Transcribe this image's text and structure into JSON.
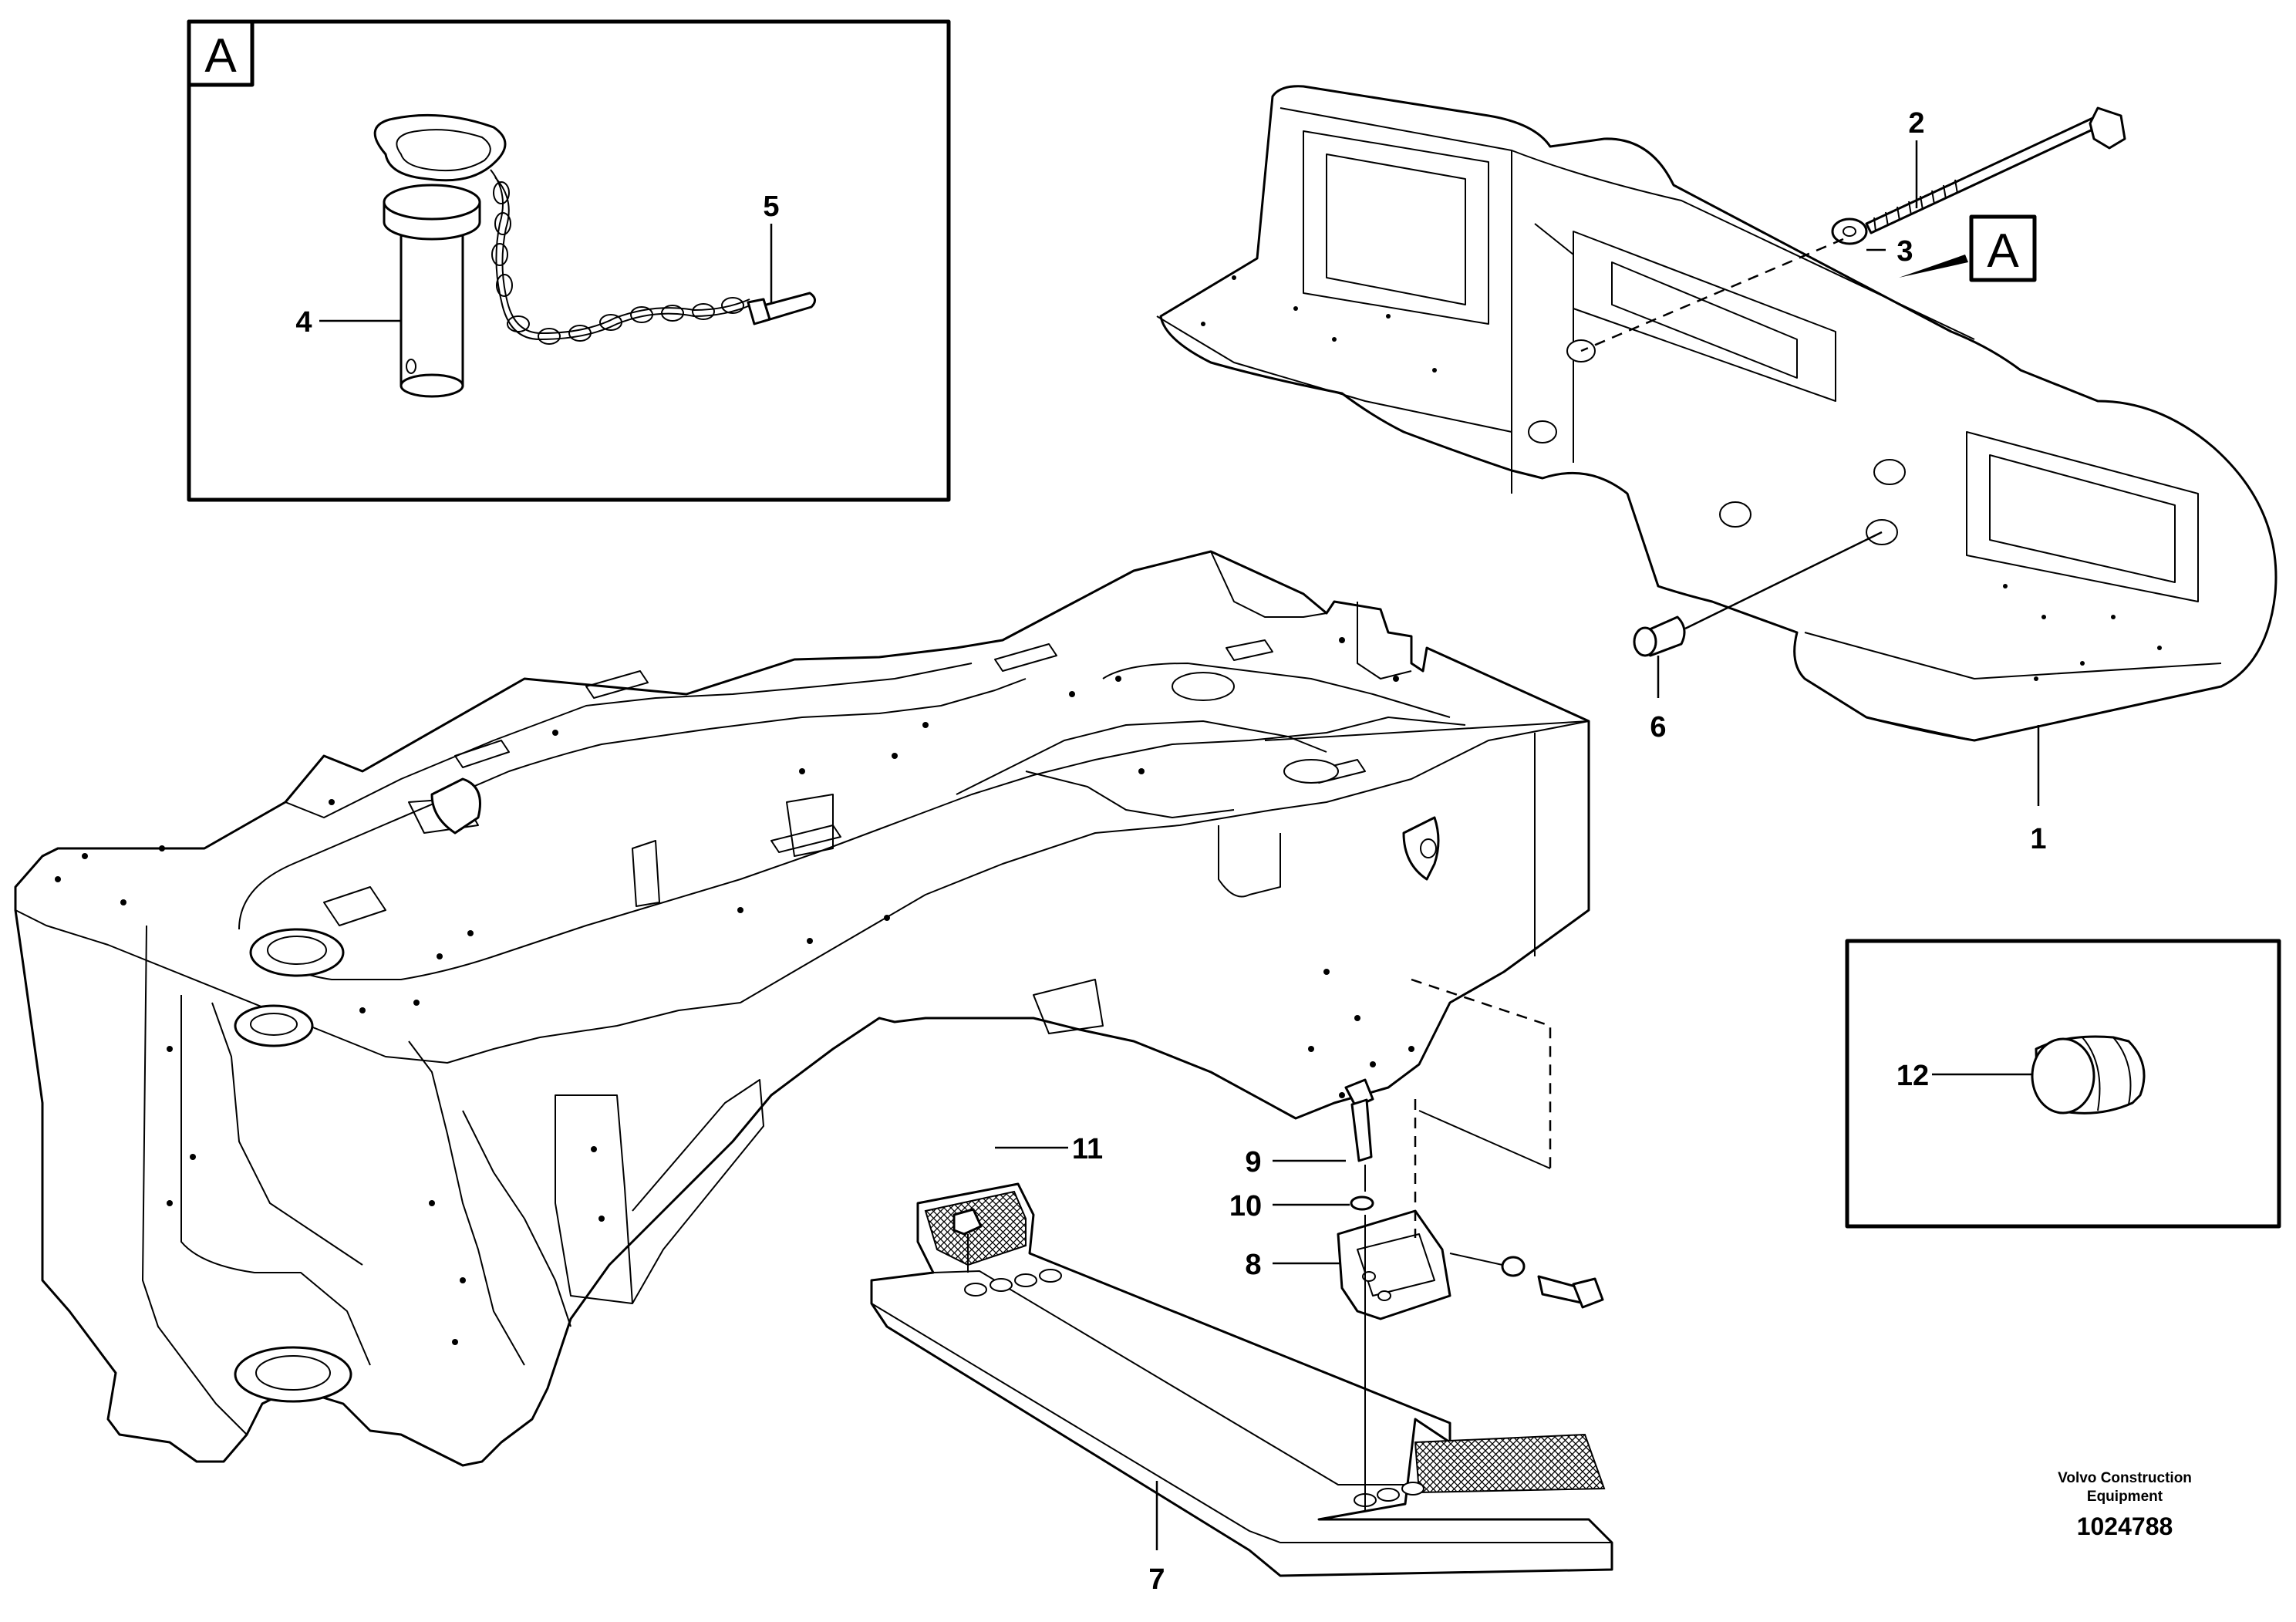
{
  "callouts": {
    "c1": "1",
    "c2": "2",
    "c3": "3",
    "c4": "4",
    "c5": "5",
    "c6": "6",
    "c7": "7",
    "c8": "8",
    "c9": "9",
    "c10": "10",
    "c11": "11",
    "c12": "12"
  },
  "detail_label": "A",
  "detail_ref_label": "A",
  "footer": {
    "brand_line1": "Volvo Construction",
    "brand_line2": "Equipment",
    "document_number": "1024788"
  }
}
